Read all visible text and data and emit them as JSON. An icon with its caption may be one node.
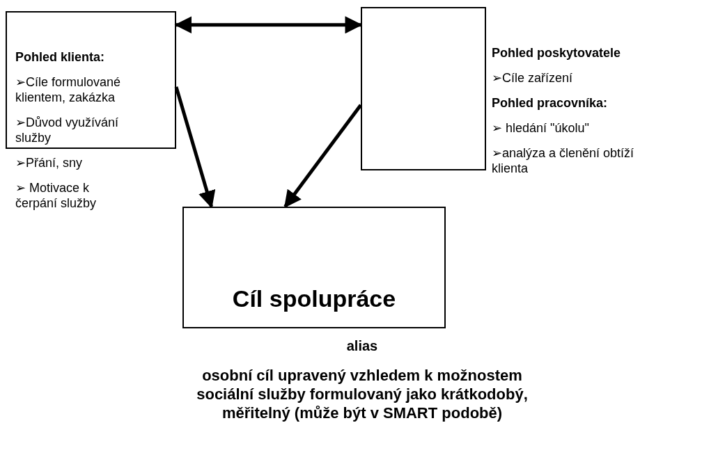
{
  "diagram": {
    "nodes": [
      {
        "text": [
          "Pohled klienta:",
          "➢Cíle formulované klientem, zakázka",
          "➢Důvod využívání služby",
          "➢Přání, sny",
          "➢ Motivace k čerpání služby"
        ]
      },
      {
        "text": [
          "Pohled poskytovatele",
          "➢Cíle zařízení",
          "Pohled pracovníka:",
          "➢ hledání \"úkolu\"",
          "➢analýza a členění obtíží klienta"
        ]
      },
      {
        "text": [
          "Cíl spolupráce"
        ]
      }
    ],
    "edges": [
      {
        "from": 0,
        "to": 1,
        "arrow": "both"
      },
      {
        "from": 0,
        "to": 2,
        "arrow": "to"
      },
      {
        "from": 1,
        "to": 2,
        "arrow": "to"
      }
    ],
    "labels": [
      "alias",
      "osobní cíl upravený vzhledem k možnostem sociální služby formulovaný jako krátkodobý, měřitelný (může být v SMART podobě)"
    ]
  }
}
